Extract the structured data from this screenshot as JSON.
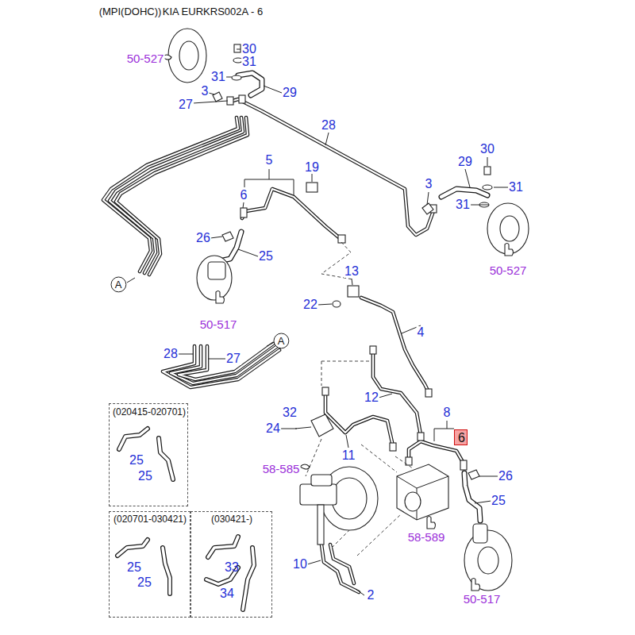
{
  "diagram": {
    "nodes": [
      {
        "text": [
          "A"
        ]
      },
      {
        "text": [
          "A"
        ]
      },
      {
        "text": [
          "(020415-020701)",
          "25",
          "25"
        ]
      },
      {
        "text": [
          "6"
        ]
      },
      {
        "text": [
          "(020701-030421)",
          "25",
          "25"
        ]
      },
      {
        "text": [
          "(030421-)",
          "33",
          "34"
        ]
      }
    ],
    "labels": [
      "(MPI(DOHC))",
      "KIA EURKRS002A - 6",
      "50-527",
      "30",
      "31",
      "31",
      "3",
      "29",
      "27",
      "28",
      "30",
      "29",
      "5",
      "19",
      "3",
      "31",
      "6",
      "31",
      "26",
      "25",
      "50-527",
      "13",
      "22",
      "50-517",
      "4",
      "28",
      "27",
      "12",
      "8",
      "32",
      "24",
      "11",
      "58-585",
      "26",
      "25",
      "58-589",
      "10",
      "2",
      "50-517"
    ]
  }
}
